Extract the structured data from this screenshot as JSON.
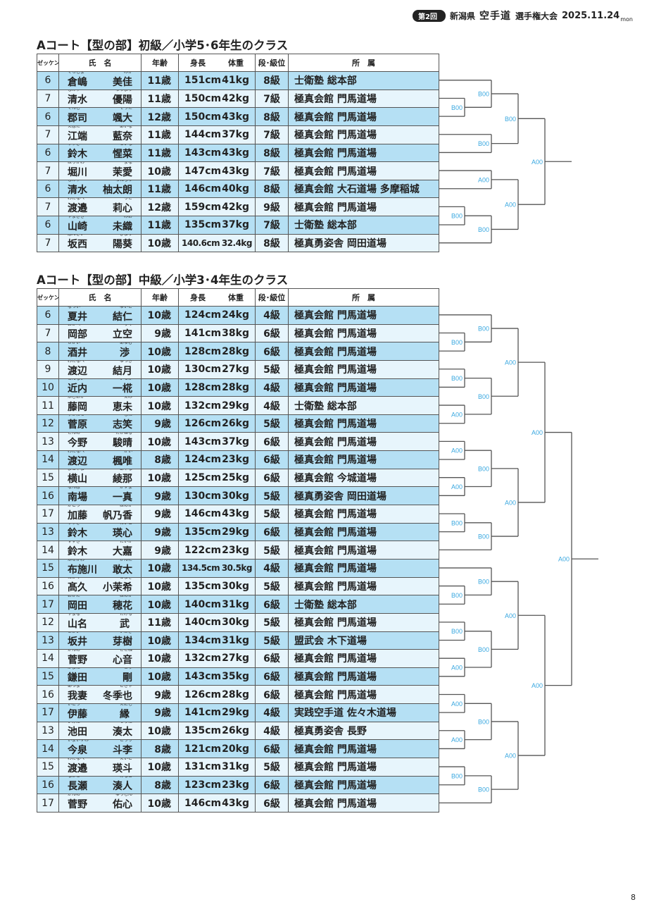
{
  "header": {
    "edition": "第2回",
    "event_prefix": "新潟県",
    "event_logo": "空手道",
    "event_suffix": "選手権大会",
    "date": "2025.11.24",
    "weekday": "mon"
  },
  "columns": {
    "zekken": "ゼッケン",
    "name": "氏　名",
    "age": "年齢",
    "height": "身長",
    "weight": "体重",
    "grade": "段･級位",
    "dojo": "所　属"
  },
  "colors": {
    "row_dark": "#b5e0f4",
    "row_light": "#e7f5fc",
    "bracket_label": "#3aa8e0"
  },
  "divisions": [
    {
      "title": "Aコート【型の部】初級／小学5･6年生のクラス",
      "rows": [
        [
          "6",
          "倉嶋",
          "くらしま",
          "美佳",
          "みか",
          "11歳",
          "151cm",
          "41kg",
          "8級",
          "士衛塾 総本部"
        ],
        [
          "7",
          "清水",
          "しみず",
          "優陽",
          "ゆうよう",
          "11歳",
          "150cm",
          "42kg",
          "7級",
          "極真会館 門馬道場"
        ],
        [
          "6",
          "郡司",
          "ぐんじ",
          "颯大",
          "そうた",
          "12歳",
          "150cm",
          "43kg",
          "8級",
          "極真会館 門馬道場"
        ],
        [
          "7",
          "江端",
          "えばた",
          "藍奈",
          "あいな",
          "11歳",
          "144cm",
          "37kg",
          "7級",
          "極真会館 門馬道場"
        ],
        [
          "6",
          "鈴木",
          "すずき",
          "惺菜",
          "せいな",
          "11歳",
          "143cm",
          "43kg",
          "8級",
          "極真会館 門馬道場"
        ],
        [
          "7",
          "堀川",
          "ほりかわ",
          "茉愛",
          "まな",
          "10歳",
          "147cm",
          "43kg",
          "7級",
          "極真会館 門馬道場"
        ],
        [
          "6",
          "清水",
          "しみず",
          "柚太朗",
          "ゆたろう",
          "11歳",
          "146cm",
          "40kg",
          "8級",
          "極真会館 大石道場 多摩稲城"
        ],
        [
          "7",
          "渡邉",
          "わたなべ",
          "莉心",
          "りこ",
          "12歳",
          "159cm",
          "42kg",
          "9級",
          "極真会館 門馬道場"
        ],
        [
          "6",
          "山崎",
          "やまざき",
          "未織",
          "みお",
          "11歳",
          "135cm",
          "37kg",
          "7級",
          "士衛塾 総本部"
        ],
        [
          "7",
          "坂西",
          "ばんざい",
          "陽葵",
          "ひまり",
          "10歳",
          "140.6cm",
          "32.4kg",
          "8級",
          "極真勇姿舎 岡田道場"
        ]
      ],
      "bracket_labels": [
        "B00",
        "B00",
        "B00",
        "B00",
        "A00",
        "B00",
        "B00",
        "A00",
        "A00"
      ]
    },
    {
      "title": "Aコート【型の部】中級／小学3･4年生のクラス",
      "rows": [
        [
          "6",
          "夏井",
          "なつい",
          "結仁",
          "ゆいと",
          "10歳",
          "124cm",
          "24kg",
          "4級",
          "極真会館 門馬道場"
        ],
        [
          "7",
          "岡部",
          "おかべ",
          "立空",
          "りく",
          "9歳",
          "141cm",
          "38kg",
          "6級",
          "極真会館 門馬道場"
        ],
        [
          "8",
          "酒井",
          "さかい",
          "渉",
          "あゆむ",
          "10歳",
          "128cm",
          "28kg",
          "6級",
          "極真会館 門馬道場"
        ],
        [
          "9",
          "渡辺",
          "わたなべ",
          "結月",
          "ゆづき",
          "10歳",
          "130cm",
          "27kg",
          "5級",
          "極真会館 門馬道場"
        ],
        [
          "10",
          "近内",
          "こんない",
          "一椛",
          "いちか",
          "10歳",
          "128cm",
          "28kg",
          "4級",
          "極真会館 門馬道場"
        ],
        [
          "11",
          "藤岡",
          "ふじおか",
          "恵未",
          "えみ",
          "10歳",
          "132cm",
          "29kg",
          "4級",
          "士衛塾 総本部"
        ],
        [
          "12",
          "菅原",
          "すがわら",
          "志笑",
          "しえ",
          "9歳",
          "126cm",
          "26kg",
          "5級",
          "極真会館 門馬道場"
        ],
        [
          "13",
          "今野",
          "こんの",
          "駿晴",
          "たかはる",
          "10歳",
          "143cm",
          "37kg",
          "6級",
          "極真会館 門馬道場"
        ],
        [
          "14",
          "渡辺",
          "わたなべ",
          "楓唯",
          "かい",
          "8歳",
          "124cm",
          "23kg",
          "6級",
          "極真会館 門馬道場"
        ],
        [
          "15",
          "横山",
          "よこやま",
          "綾那",
          "あやな",
          "10歳",
          "125cm",
          "25kg",
          "6級",
          "極真会館 今城道場"
        ],
        [
          "16",
          "南場",
          "なんば",
          "一真",
          "かずま",
          "9歳",
          "130cm",
          "30kg",
          "5級",
          "極真勇姿舎 岡田道場"
        ],
        [
          "17",
          "加藤",
          "かとう",
          "帆乃香",
          "ほのか",
          "9歳",
          "146cm",
          "43kg",
          "5級",
          "極真会館 門馬道場"
        ],
        [
          "13",
          "鈴木",
          "すずき",
          "瑛心",
          "えいと",
          "9歳",
          "135cm",
          "29kg",
          "6級",
          "極真会館 門馬道場"
        ],
        [
          "14",
          "鈴木",
          "すずき",
          "大嘉",
          "たいが",
          "9歳",
          "122cm",
          "23kg",
          "5級",
          "極真会館 門馬道場"
        ],
        [
          "15",
          "布施川",
          "ふせがわ",
          "敢太",
          "かんた",
          "10歳",
          "134.5cm",
          "30.5kg",
          "4級",
          "極真会館 門馬道場"
        ],
        [
          "16",
          "髙久",
          "たかく",
          "小茉希",
          "こまき",
          "10歳",
          "135cm",
          "30kg",
          "5級",
          "極真会館 門馬道場"
        ],
        [
          "17",
          "岡田",
          "おかだ",
          "穂花",
          "ほのか",
          "10歳",
          "140cm",
          "31kg",
          "6級",
          "士衛塾 総本部"
        ],
        [
          "12",
          "山名",
          "やまな",
          "武",
          "たける",
          "11歳",
          "140cm",
          "30kg",
          "5級",
          "極真会館 門馬道場"
        ],
        [
          "13",
          "坂井",
          "さかい",
          "芽樹",
          "いぶき",
          "10歳",
          "134cm",
          "31kg",
          "5級",
          "盟武会 木下道場"
        ],
        [
          "14",
          "菅野",
          "かんの",
          "心音",
          "ここね",
          "10歳",
          "132cm",
          "27kg",
          "6級",
          "極真会館 門馬道場"
        ],
        [
          "15",
          "鎌田",
          "かまた",
          "剛",
          "ごう",
          "10歳",
          "143cm",
          "35kg",
          "6級",
          "極真会館 門馬道場"
        ],
        [
          "16",
          "我妻",
          "あづま",
          "冬季也",
          "ときや",
          "9歳",
          "126cm",
          "28kg",
          "6級",
          "極真会館 門馬道場"
        ],
        [
          "17",
          "伊藤",
          "いとう",
          "縁",
          "えにし",
          "9歳",
          "141cm",
          "29kg",
          "4級",
          "実践空手道 佐々木道場"
        ],
        [
          "13",
          "池田",
          "いけだ",
          "湊太",
          "そうた",
          "10歳",
          "135cm",
          "26kg",
          "4級",
          "極真勇姿舎 長野"
        ],
        [
          "14",
          "今泉",
          "いまいずみ",
          "斗李",
          "とうり",
          "8歳",
          "121cm",
          "20kg",
          "6級",
          "極真会館 門馬道場"
        ],
        [
          "15",
          "渡邉",
          "わたなべ",
          "瑛斗",
          "えいと",
          "10歳",
          "131cm",
          "31kg",
          "5級",
          "極真会館 門馬道場"
        ],
        [
          "16",
          "長瀬",
          "ながせ",
          "湊人",
          "みなと",
          "8歳",
          "123cm",
          "23kg",
          "6級",
          "極真会館 門馬道場"
        ],
        [
          "17",
          "菅野",
          "かんの",
          "佑心",
          "ゆうしん",
          "10歳",
          "146cm",
          "43kg",
          "6級",
          "極真会館 門馬道場"
        ]
      ],
      "bracket_labels": [
        "B00",
        "B00",
        "B00",
        "A00",
        "B00",
        "A00",
        "A00",
        "A00",
        "B00",
        "B00",
        "B00",
        "A00",
        "A00",
        "B00",
        "B00",
        "B00",
        "A00",
        "B00",
        "A00",
        "A00",
        "A00",
        "B00",
        "B00",
        "B00",
        "A00",
        "A00",
        "A00"
      ]
    }
  ],
  "page_number": "8"
}
